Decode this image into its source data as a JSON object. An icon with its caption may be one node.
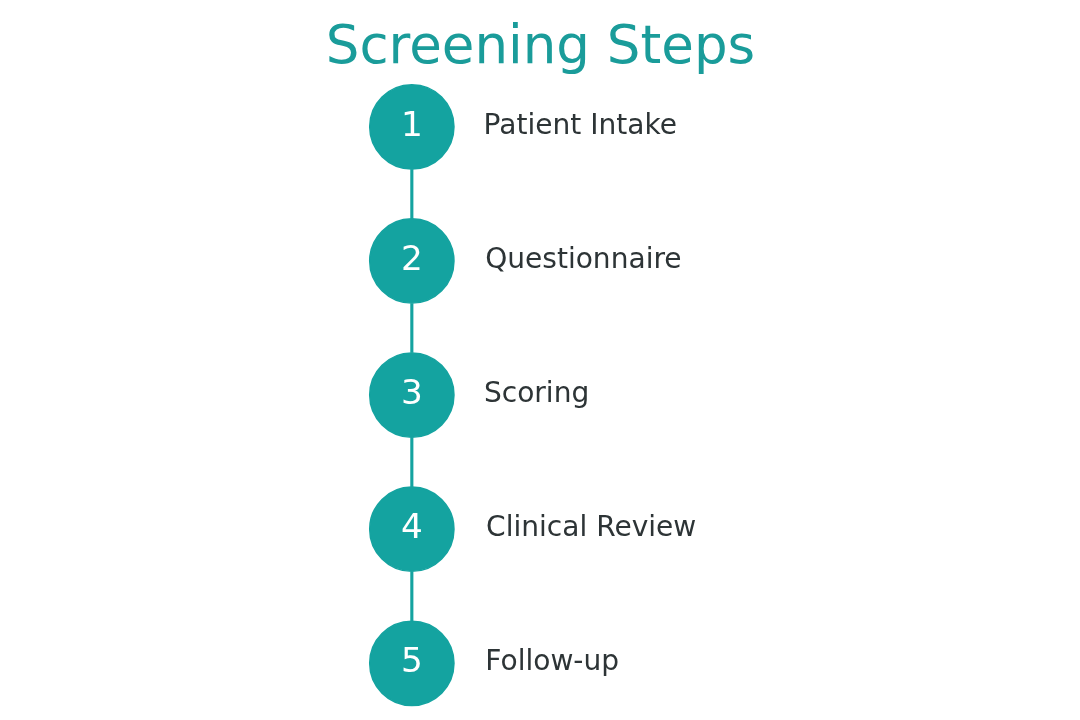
{
  "diagram": {
    "title": "Screening Steps",
    "nodes": [
      {
        "text": [
          "1"
        ],
        "beside": [
          "Patient Intake"
        ]
      },
      {
        "text": [
          "2"
        ],
        "beside": [
          "Questionnaire"
        ]
      },
      {
        "text": [
          "3"
        ],
        "beside": [
          "Scoring"
        ]
      },
      {
        "text": [
          "4"
        ],
        "beside": [
          "Clinical Review"
        ]
      },
      {
        "text": [
          "5"
        ],
        "beside": [
          "Follow-up"
        ]
      }
    ],
    "edges": [
      {
        "from": 0,
        "to": 1,
        "arrow": "none"
      },
      {
        "from": 1,
        "to": 2,
        "arrow": "none"
      },
      {
        "from": 2,
        "to": 3,
        "arrow": "none"
      },
      {
        "from": 3,
        "to": 4,
        "arrow": "none"
      }
    ]
  }
}
